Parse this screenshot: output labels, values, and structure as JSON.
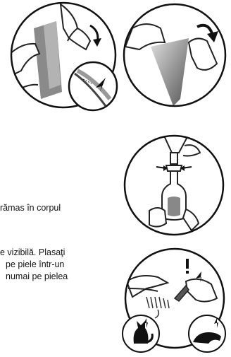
{
  "text_fragments": [
    "rămas în corpul",
    "e vizibilă. Plasaţi",
    "pe piele într-un",
    "numai pe pielea"
  ],
  "illustrations": {
    "step1": "tear-pipette-pouch",
    "step2": "remove-pipette",
    "step3": "snap-pipette-tip",
    "step4": "apply-on-skin",
    "cat_icon": "cat-icon",
    "ferret_icon": "ferret-icon"
  }
}
